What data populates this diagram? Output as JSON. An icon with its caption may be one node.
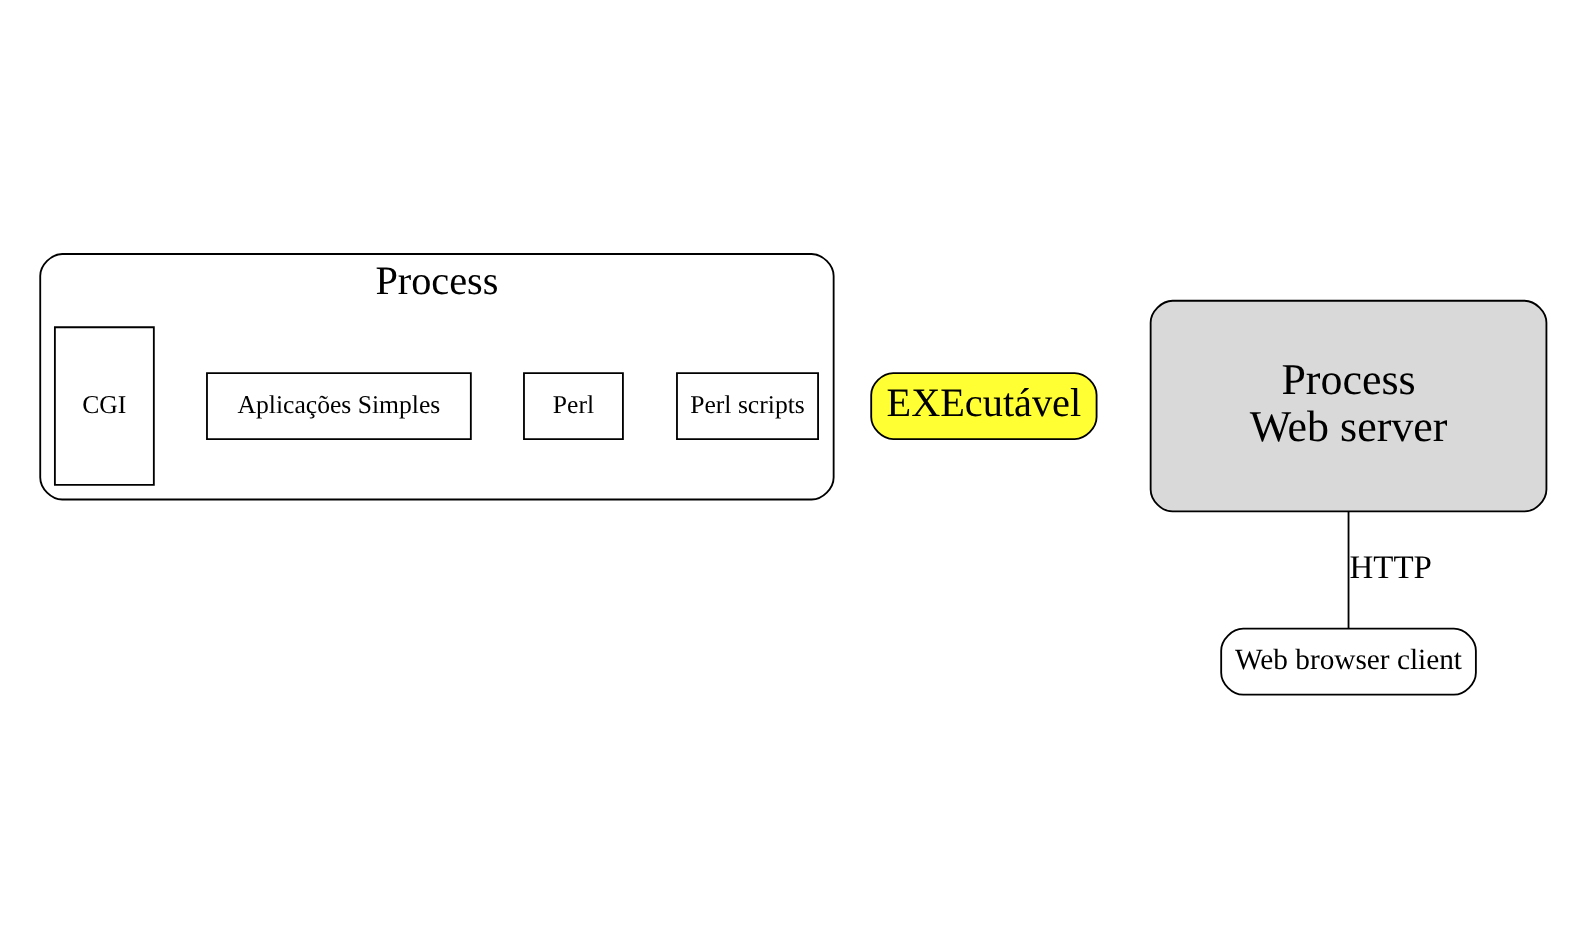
{
  "diagram": {
    "nodes": [
      {
        "text": [
          "Process"
        ]
      },
      {
        "text": [
          "Perl scripts"
        ],
        "in": 0
      },
      {
        "text": [
          "Perl"
        ],
        "in": 0
      },
      {
        "text": [
          "Aplicações Simples"
        ],
        "in": 0
      },
      {
        "text": [
          "CGI"
        ],
        "in": 0
      },
      {
        "text": [
          "EXEcutável"
        ]
      },
      {
        "text": [
          "Process",
          "Web server"
        ]
      },
      {
        "text": [
          "Web browser client"
        ]
      }
    ],
    "edges": [
      {
        "from": 6,
        "to": 7,
        "arrow": "none",
        "label": "HTTP"
      }
    ]
  }
}
